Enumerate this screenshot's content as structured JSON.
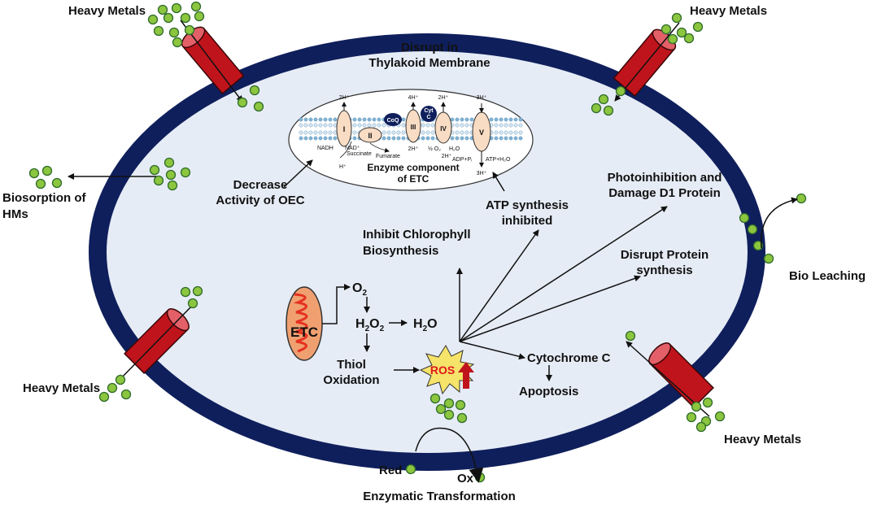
{
  "labels": {
    "heavy_metals": "Heavy Metals",
    "disrupt_line1": "Disrupt in",
    "disrupt_line2": "Thylakoid Membrane",
    "enzyme_line1": "Enzyme component",
    "enzyme_line2": "of ETC",
    "decrease_line1": "Decrease",
    "decrease_line2": "Activity of OEC",
    "atp_line1": "ATP synthesis",
    "atp_line2": "inhibited",
    "photo_line1": "Photoinhibition and",
    "photo_line2": "Damage D1 Protein",
    "chloro_line1": "Inhibit Chlorophyll",
    "chloro_line2": "Biosynthesis",
    "protein_line1": "Disrupt Protein",
    "protein_line2": "synthesis",
    "biosorption_line1": "Biosorption of",
    "biosorption_line2": "HMs",
    "bioleaching": "Bio Leaching",
    "etc": "ETC",
    "o2": "O",
    "h2o2_a": "H",
    "h2o2_b": "O",
    "h2o": "H",
    "h2o_o": "O",
    "thiol_line1": "Thiol",
    "thiol_line2": "Oxidation",
    "ros": "ROS",
    "cytochrome": "Cytochrome C",
    "apoptosis": "Apoptosis",
    "red": "Red",
    "ox": "Ox",
    "enzymatic": "Enzymatic Transformation"
  },
  "etc_complex": {
    "complex_i": "I",
    "complex_ii": "II",
    "complex_iii": "III",
    "complex_iv": "IV",
    "complex_v": "V",
    "coq": "CoQ",
    "cyt_line1": "Cyt",
    "cyt_line2": "C",
    "h_i": "2H⁺",
    "h_iii": "4H⁺",
    "h_iii_b": "2H⁺",
    "h_iv": "2H⁺",
    "h_iv_b": "2H⁺",
    "h_v": "3H⁺",
    "h_v_b": "3H⁺",
    "nadh": "NADH",
    "nad": "NAD⁺",
    "h_nadh": "H⁺",
    "succinate": "Succinate",
    "fumarate": "Fumarate",
    "half_o2": "½ O₂",
    "h2o_small": "H₂O",
    "adp": "ADP+Pᵢ",
    "atp": "ATP+H₂O"
  },
  "colors": {
    "membrane": "#0f1f5c",
    "cell_fill": "#e6ecf5",
    "channel": "#c0141c",
    "metal": "#8cc63f",
    "metal_stroke": "#2f6b2c",
    "ros_burst": "#f5e36a",
    "ros_text": "#e0161c",
    "mito": "#f0a070",
    "cristae": "#e53020"
  }
}
